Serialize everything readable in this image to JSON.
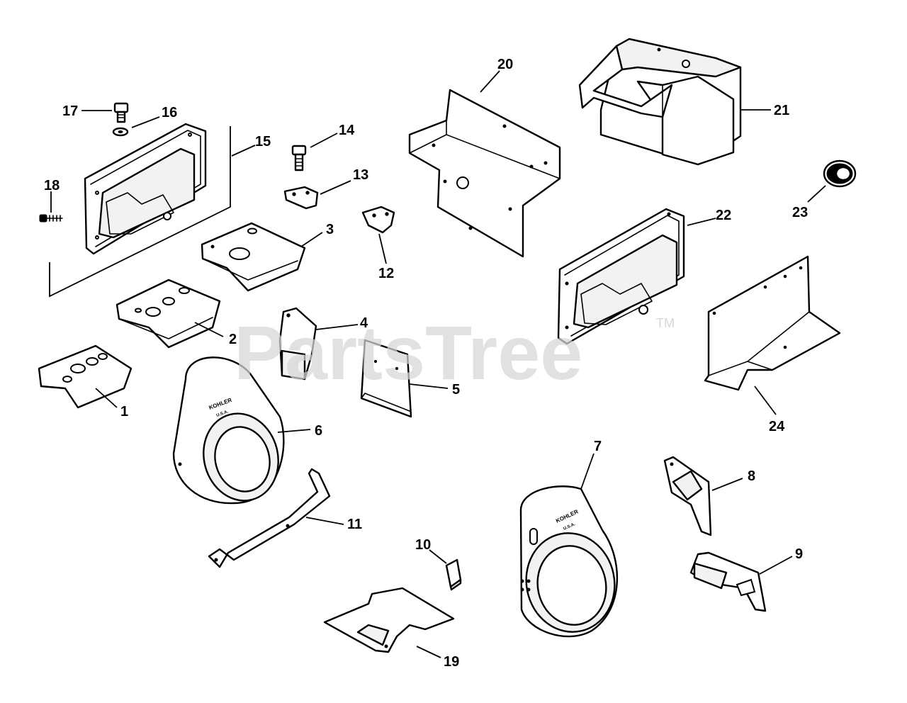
{
  "watermark": {
    "text": "PartsTree",
    "tm": "TM"
  },
  "brand": {
    "name": "KOHLER",
    "sub": "U.S.A."
  },
  "callouts": {
    "c1": "1",
    "c2": "2",
    "c3": "3",
    "c4": "4",
    "c5": "5",
    "c6": "6",
    "c7": "7",
    "c8": "8",
    "c9": "9",
    "c10": "10",
    "c11": "11",
    "c12": "12",
    "c13": "13",
    "c14": "14",
    "c15": "15",
    "c16": "16",
    "c17": "17",
    "c18": "18",
    "c19": "19",
    "c20": "20",
    "c21": "21",
    "c22": "22",
    "c23": "23",
    "c24": "24"
  }
}
